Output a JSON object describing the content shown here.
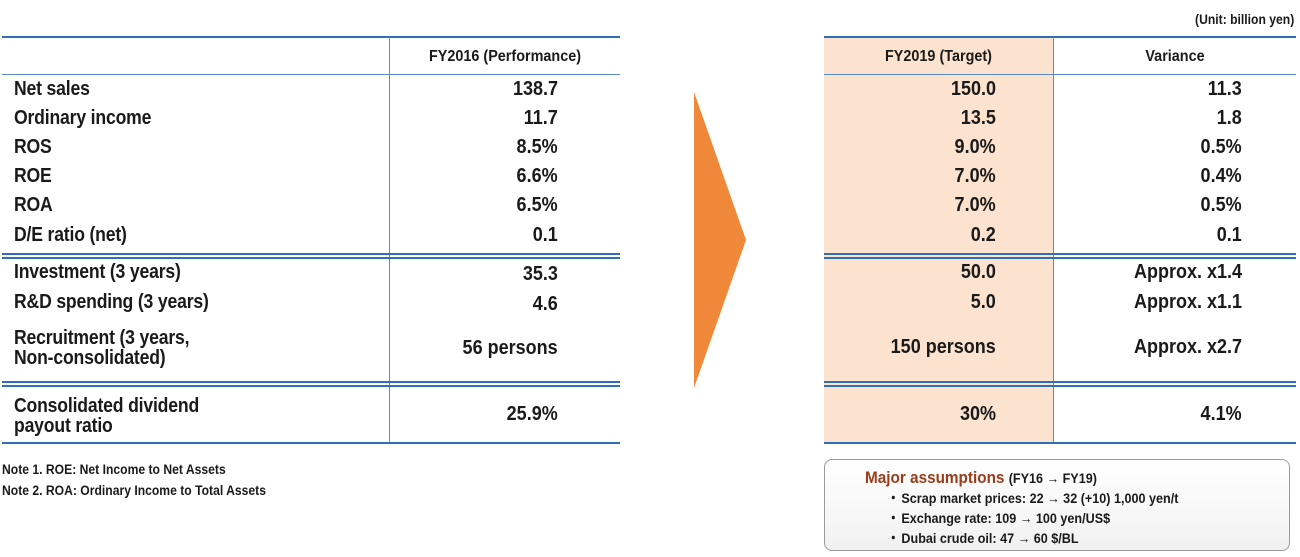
{
  "unit_label": "(Unit: billion yen)",
  "headers": {
    "fy2016": "FY2016 (Performance)",
    "fy2019": "FY2019 (Target)",
    "variance": "Variance"
  },
  "rows": [
    {
      "label": "Net sales",
      "fy2016": "138.7",
      "fy2019": "150.0",
      "variance": "11.3"
    },
    {
      "label": "Ordinary income",
      "fy2016": "11.7",
      "fy2019": "13.5",
      "variance": "1.8"
    },
    {
      "label": "ROS",
      "fy2016": "8.5%",
      "fy2019": "9.0%",
      "variance": "0.5%"
    },
    {
      "label": "ROE",
      "fy2016": "6.6%",
      "fy2019": "7.0%",
      "variance": "0.4%"
    },
    {
      "label": "ROA",
      "fy2016": "6.5%",
      "fy2019": "7.0%",
      "variance": "0.5%"
    },
    {
      "label": "D/E ratio (net)",
      "fy2016": "0.1",
      "fy2019": "0.2",
      "variance": "0.1"
    },
    {
      "label": "Investment (3 years)",
      "fy2016": "35.3",
      "fy2019": "50.0",
      "variance": "Approx. x1.4"
    },
    {
      "label": "R&D spending (3 years)",
      "fy2016": "4.6",
      "fy2019": "5.0",
      "variance": "Approx. x1.1"
    },
    {
      "label_line1": "Recruitment (3 years,",
      "label_line2": "Non-consolidated)",
      "fy2016": "56 persons",
      "fy2019": "150 persons",
      "variance": "Approx. x2.7"
    },
    {
      "label_line1": "Consolidated dividend",
      "label_line2": "payout ratio",
      "fy2016": "25.9%",
      "fy2019": "30%",
      "variance": "4.1%"
    }
  ],
  "notes": [
    "Note 1. ROE: Net Income to Net Assets",
    "Note 2. ROA: Ordinary Income to Total Assets"
  ],
  "assumptions": {
    "title": "Major assumptions",
    "subtitle": "(FY16 → FY19)",
    "items": [
      "Scrap market prices:   22 → 32 (+10) 1,000 yen/t",
      "Exchange rate:   109 → 100 yen/US$",
      "Dubai crude oil:   47 → 60 $/BL"
    ]
  },
  "colors": {
    "rule": "#2f6fb5",
    "target_shade": "#fbe3cf",
    "arrow": "#f0883a",
    "assumption_title": "#9a3b1a"
  }
}
